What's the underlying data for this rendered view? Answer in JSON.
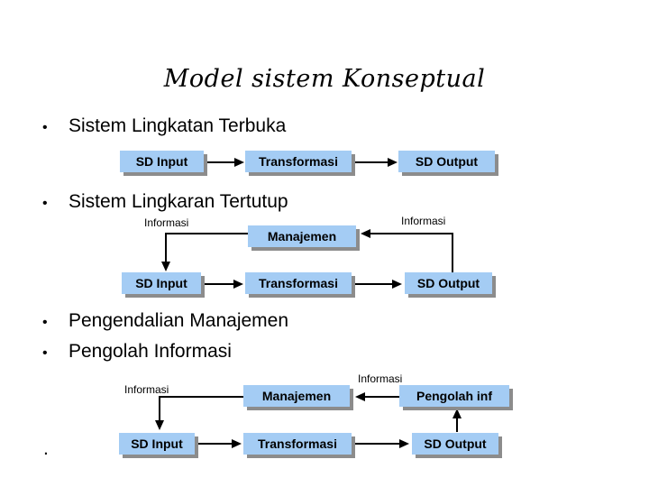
{
  "slide": {
    "title": "Model sistem Konseptual",
    "bullet_char": "•",
    "bullets": [
      "Sistem Lingkatan Terbuka",
      "Sistem Lingkaran Tertutup",
      "Pengendalian Manajemen",
      "Pengolah Informasi"
    ],
    "trailing_period": "."
  },
  "colors": {
    "box_fill": "#A4CCF4",
    "box_shadow": "#8C8C8C",
    "arrow": "#000000",
    "text": "#000000"
  },
  "diagram_open_loop": {
    "boxes": {
      "sd_input": "SD Input",
      "transformasi": "Transformasi",
      "sd_output": "SD Output"
    }
  },
  "diagram_closed_loop": {
    "labels": {
      "informasi_left": "Informasi",
      "informasi_right": "Informasi"
    },
    "boxes": {
      "manajemen": "Manajemen",
      "sd_input": "SD Input",
      "transformasi": "Transformasi",
      "sd_output": "SD Output"
    }
  },
  "diagram_management_control": {
    "labels": {
      "informasi_top": "Informasi",
      "informasi_left": "Informasi"
    },
    "boxes": {
      "manajemen": "Manajemen",
      "pengolah_inf": "Pengolah inf",
      "sd_input": "SD Input",
      "transformasi": "Transformasi",
      "sd_output": "SD Output"
    }
  }
}
